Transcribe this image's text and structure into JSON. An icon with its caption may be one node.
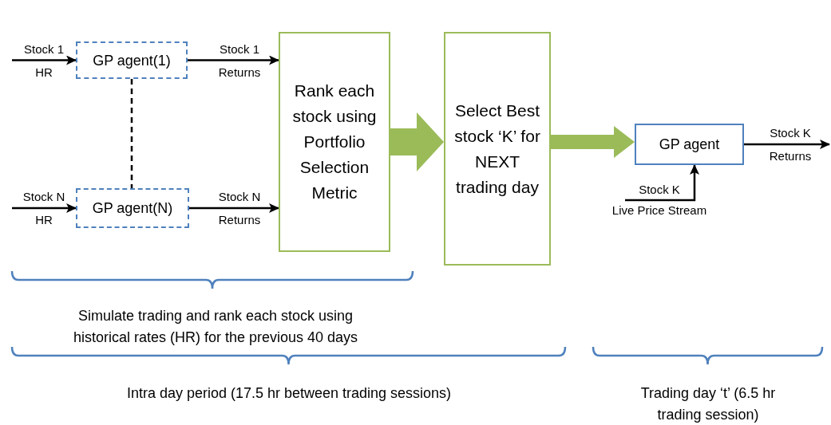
{
  "diagram": {
    "nodes": [
      {
        "text": [
          "GP agent(1)"
        ]
      },
      {
        "text": [
          "GP agent(N)"
        ]
      },
      {
        "text": [
          "Rank each stock using Portfolio Selection Metric"
        ]
      },
      {
        "text": [
          "Select Best stock ‘K’ for NEXT trading day"
        ]
      },
      {
        "text": [
          "GP agent"
        ]
      },
      {
        "text": [
          "Live Price Stream"
        ]
      }
    ],
    "edges": [
      {
        "from": null,
        "to": 0,
        "arrow": "to",
        "label": "Stock 1 HR"
      },
      {
        "from": 0,
        "to": 2,
        "arrow": "to",
        "label": "Stock 1 Returns"
      },
      {
        "from": 0,
        "to": 1,
        "arrow": "none",
        "style": "dashed"
      },
      {
        "from": null,
        "to": 1,
        "arrow": "to",
        "label": "Stock N HR"
      },
      {
        "from": 1,
        "to": 2,
        "arrow": "to",
        "label": "Stock N Returns"
      },
      {
        "from": 2,
        "to": 3,
        "arrow": "to",
        "style": "thick",
        "color": "#9bbb59"
      },
      {
        "from": 3,
        "to": 4,
        "arrow": "to",
        "style": "thick",
        "color": "#9bbb59"
      },
      {
        "from": 4,
        "to": null,
        "arrow": "to",
        "label": "Stock K Returns"
      },
      {
        "from": 5,
        "to": 4,
        "arrow": "to",
        "label": "Stock K"
      }
    ],
    "labels": [
      "Simulate trading and rank each stock using historical rates (HR) for the previous 40 days",
      "Intra day period (17.5 hr between trading sessions)",
      "Trading day ‘t’ (6.5 hr trading session)"
    ]
  }
}
